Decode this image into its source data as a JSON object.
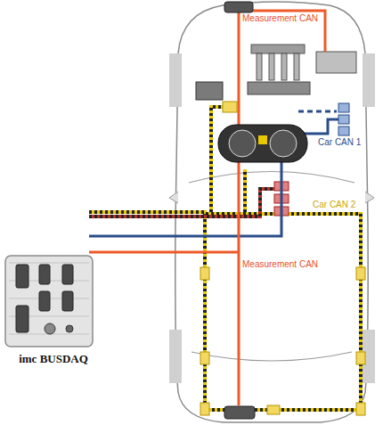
{
  "diagram": {
    "nodes": [
      {
        "text": [
          "imc BUSDAQ"
        ]
      }
    ],
    "labels": [
      "Measurement CAN",
      "Car CAN 1",
      "Car CAN 2",
      "Measurement CAN"
    ]
  }
}
